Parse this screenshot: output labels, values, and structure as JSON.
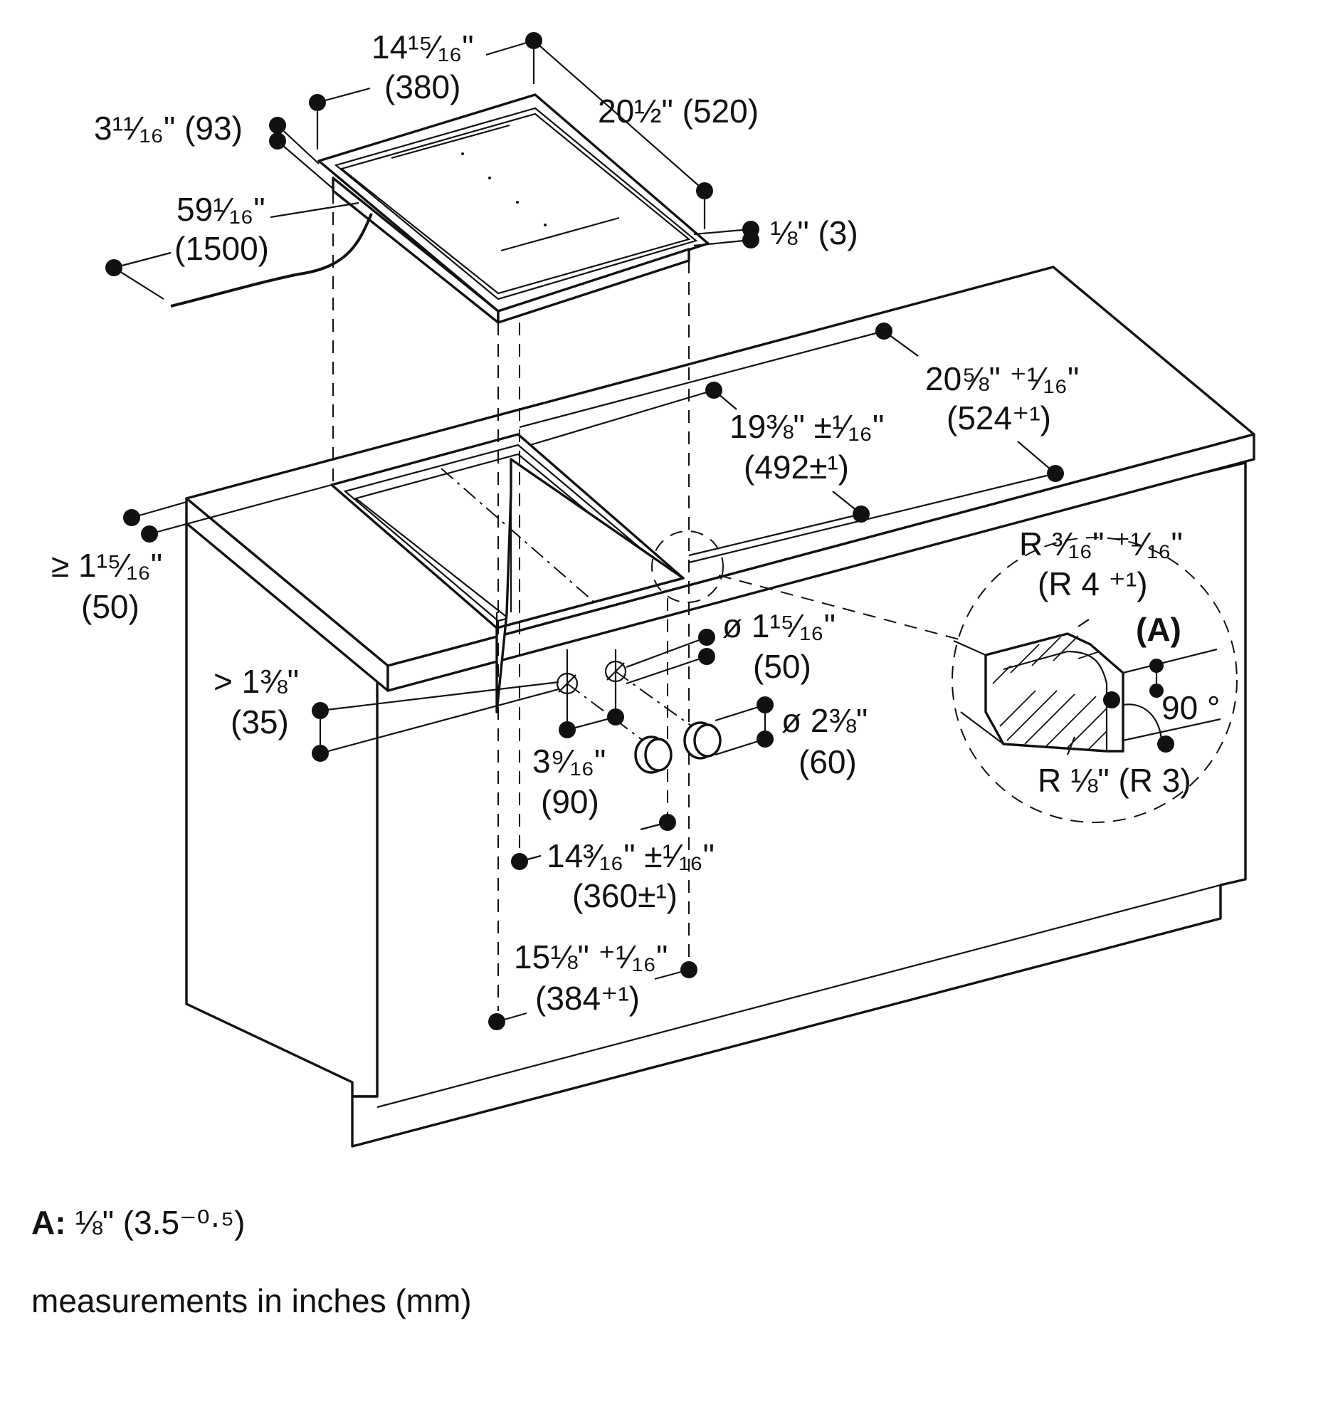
{
  "labels": {
    "hob_width_in": "14¹⁵⁄₁₆\"",
    "hob_width_mm": "(380)",
    "hob_depth": "20½\" (520)",
    "hob_height": "3¹¹⁄₁₆\" (93)",
    "cable_in": "59¹⁄₁₆\"",
    "cable_mm": "(1500)",
    "rim": "⅛\" (3)",
    "cutout_d_in": "20⅝\" ⁺¹⁄₁₆\"",
    "cutout_d_mm": "(524⁺¹)",
    "frame_in": "19⅜\" ±¹⁄₁₆\"",
    "frame_mm": "(492±¹)",
    "front_in": "≥ 1¹⁵⁄₁₆\"",
    "front_mm": "(50)",
    "edge_in": "> 1⅜\"",
    "edge_mm": "(35)",
    "hole_small_in": "ø 1¹⁵⁄₁₆\"",
    "hole_small_mm": "(50)",
    "hole_large_in": "ø 2⅜\"",
    "hole_large_mm": "(60)",
    "hole_spacing_in": "3⁹⁄₁₆\"",
    "hole_spacing_mm": "(90)",
    "cutout_w_in": "14³⁄₁₆\" ±¹⁄₁₆\"",
    "cutout_w_mm": "(360±¹)",
    "recess_w_in": "15⅛\" ⁺¹⁄₁₆\"",
    "recess_w_mm": "(384⁺¹)",
    "radius_outer_in": "R ³⁄₁₆\" ⁺¹⁄₁₆\"",
    "radius_outer_mm": "(R 4 ⁺¹)",
    "detail_a": "(A)",
    "angle": "90 °",
    "radius_inner": "R ⅛\" (R 3)"
  },
  "legend": {
    "a_key": "A:",
    "a_value": "⅛\" (3.5⁻⁰·⁵)",
    "units": "measurements in inches (mm)"
  }
}
